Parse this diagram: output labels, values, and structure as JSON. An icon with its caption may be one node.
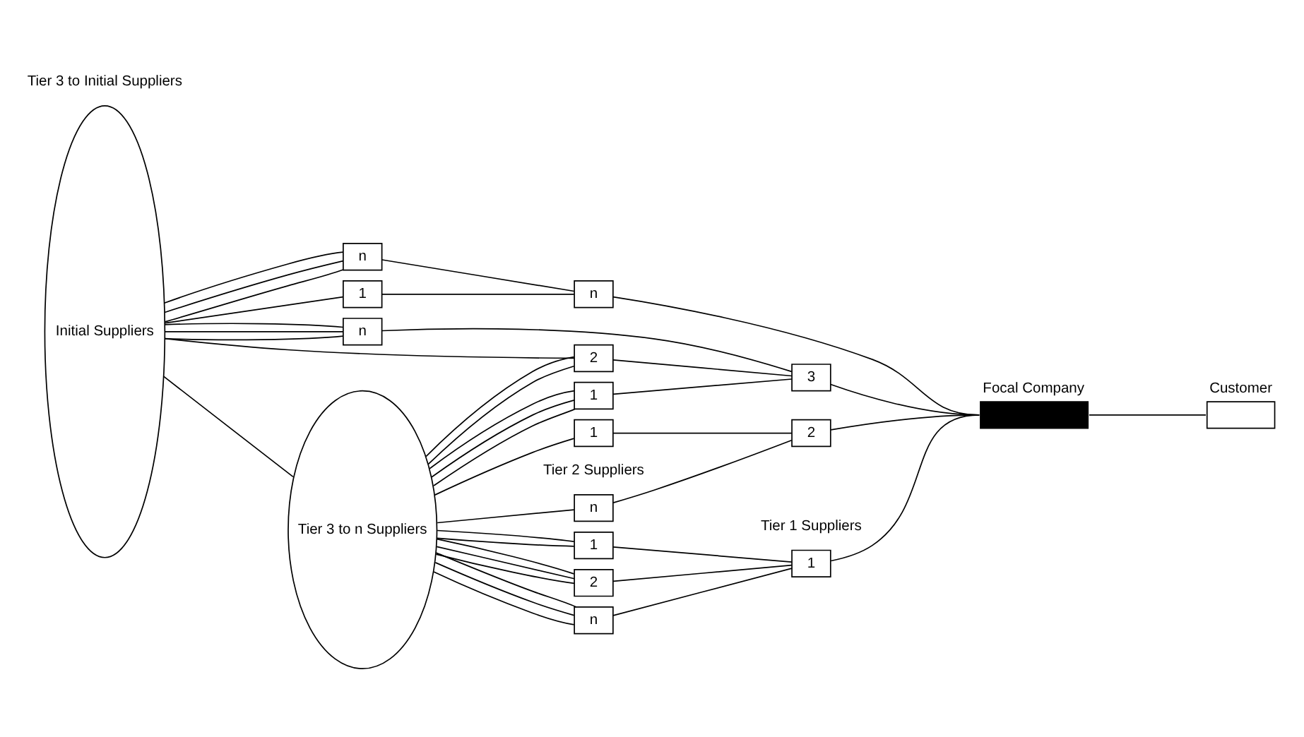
{
  "diagram": {
    "nodes": [
      {
        "text": [
          "Initial Suppliers"
        ]
      },
      {
        "text": [
          "Tier 3 to n Suppliers"
        ]
      },
      {
        "text": [
          "1"
        ]
      },
      {
        "text": [
          "2"
        ]
      },
      {
        "text": [
          "n"
        ]
      },
      {
        "text": [
          "1"
        ]
      },
      {
        "text": [
          "n"
        ]
      },
      {
        "text": [
          "1"
        ]
      },
      {
        "text": [
          "2"
        ]
      },
      {
        "text": [
          "n"
        ]
      },
      {
        "text": [
          "1"
        ]
      },
      {
        "text": [
          "n"
        ]
      },
      {
        "text": [
          "1"
        ]
      },
      {
        "text": [
          "2"
        ]
      },
      {
        "text": [
          "3"
        ]
      },
      {
        "text": [
          "n"
        ]
      },
      {
        "text": [],
        "shape": "box",
        "beside": [
          "Focal Company"
        ]
      },
      {
        "text": [],
        "shape": "box",
        "beside": [
          "Customer"
        ]
      }
    ],
    "edges": [
      {
        "from": 0,
        "to": 1,
        "arrow": "none"
      },
      {
        "from": 1,
        "to": 2,
        "arrow": "none"
      },
      {
        "from": 1,
        "to": 2,
        "arrow": "none"
      },
      {
        "from": 1,
        "to": 3,
        "arrow": "none"
      },
      {
        "from": 1,
        "to": 3,
        "arrow": "none"
      },
      {
        "from": 1,
        "to": 3,
        "arrow": "none"
      },
      {
        "from": 1,
        "to": 4,
        "arrow": "none"
      },
      {
        "from": 1,
        "to": 4,
        "arrow": "none"
      },
      {
        "from": 1,
        "to": 4,
        "arrow": "none"
      },
      {
        "from": 1,
        "to": 5,
        "arrow": "none"
      },
      {
        "from": 1,
        "to": 6,
        "arrow": "none"
      },
      {
        "from": 1,
        "to": 7,
        "arrow": "none"
      },
      {
        "from": 1,
        "to": 7,
        "arrow": "none"
      },
      {
        "from": 1,
        "to": 7,
        "arrow": "none"
      },
      {
        "from": 1,
        "to": 8,
        "arrow": "none"
      },
      {
        "from": 1,
        "to": 8,
        "arrow": "none"
      },
      {
        "from": 0,
        "to": 8,
        "arrow": "none"
      },
      {
        "from": 0,
        "to": 9,
        "arrow": "none"
      },
      {
        "from": 0,
        "to": 9,
        "arrow": "none"
      },
      {
        "from": 0,
        "to": 9,
        "arrow": "none"
      },
      {
        "from": 0,
        "to": 10,
        "arrow": "none"
      },
      {
        "from": 0,
        "to": 11,
        "arrow": "none"
      },
      {
        "from": 0,
        "to": 11,
        "arrow": "none"
      },
      {
        "from": 0,
        "to": 11,
        "arrow": "none"
      },
      {
        "from": 2,
        "to": 12,
        "arrow": "none"
      },
      {
        "from": 3,
        "to": 12,
        "arrow": "none"
      },
      {
        "from": 4,
        "to": 12,
        "arrow": "none"
      },
      {
        "from": 5,
        "to": 13,
        "arrow": "none"
      },
      {
        "from": 6,
        "to": 13,
        "arrow": "none"
      },
      {
        "from": 7,
        "to": 14,
        "arrow": "none"
      },
      {
        "from": 8,
        "to": 14,
        "arrow": "none"
      },
      {
        "from": 9,
        "to": 14,
        "arrow": "none"
      },
      {
        "from": 10,
        "to": 15,
        "arrow": "none"
      },
      {
        "from": 11,
        "to": 15,
        "arrow": "none"
      },
      {
        "from": 12,
        "to": 16,
        "arrow": "none"
      },
      {
        "from": 13,
        "to": 16,
        "arrow": "none"
      },
      {
        "from": 14,
        "to": 16,
        "arrow": "none"
      },
      {
        "from": 15,
        "to": 16,
        "arrow": "none"
      },
      {
        "from": 16,
        "to": 17,
        "arrow": "none"
      }
    ],
    "labels": [
      "Tier 3 to Initial Suppliers",
      "Tier 2 Suppliers",
      "Tier 1 Suppliers"
    ]
  }
}
